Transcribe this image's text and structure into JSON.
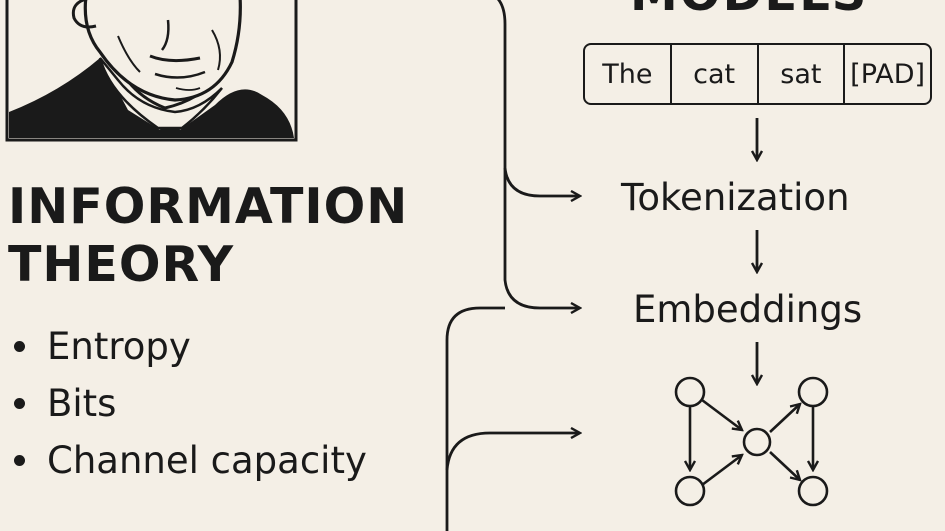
{
  "heading": {
    "line1": "INFORMATION",
    "line2": "THEORY"
  },
  "bullets": [
    "Entropy",
    "Bits",
    "Channel capacity"
  ],
  "top_label": "MODELS",
  "tokens": [
    "The",
    "cat",
    "sat",
    "[PAD]"
  ],
  "steps": {
    "tokenization": "Tokenization",
    "embeddings": "Embeddings"
  },
  "colors": {
    "background": "#f4efe6",
    "ink": "#1a1a1a"
  },
  "icons": {
    "portrait": "portrait-illustration",
    "network": "neural-network-icon"
  }
}
